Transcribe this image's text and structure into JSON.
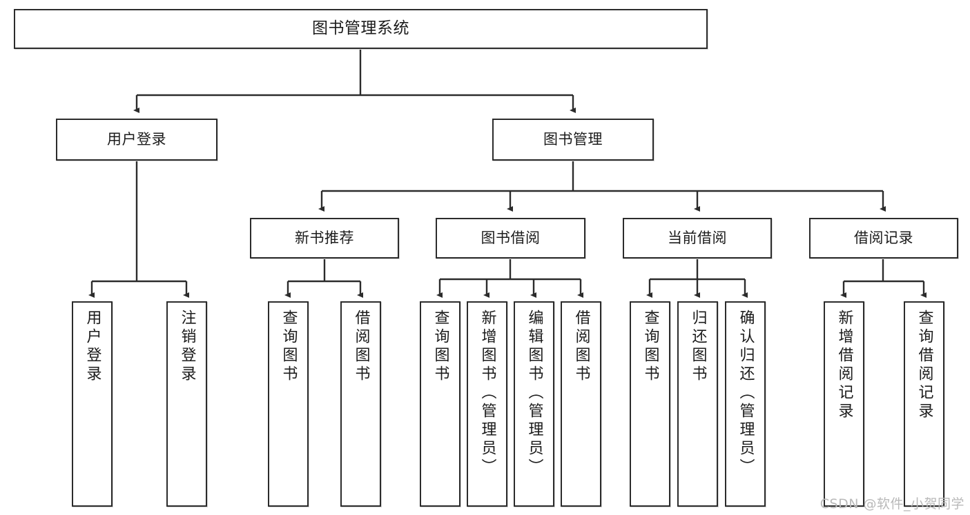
{
  "diagram": {
    "title": "图书管理系统",
    "type": "tree",
    "watermark": "CSDN @软件_小贺同学",
    "colors": {
      "node_border": "#2b2b2b",
      "node_fill": "#ffffff",
      "edge": "#2b2b2b",
      "text": "#1b1b1b",
      "watermark": "#b9b9b9",
      "background": "#ffffff"
    },
    "nodes": {
      "root": {
        "label": "图书管理系统",
        "level": 0,
        "orientation": "horizontal"
      },
      "l1": [
        {
          "label": "用户登录",
          "level": 1,
          "orientation": "horizontal"
        },
        {
          "label": "图书管理",
          "level": 1,
          "orientation": "horizontal"
        }
      ],
      "l2": [
        {
          "label": "新书推荐",
          "level": 2,
          "orientation": "horizontal"
        },
        {
          "label": "图书借阅",
          "level": 2,
          "orientation": "horizontal"
        },
        {
          "label": "当前借阅",
          "level": 2,
          "orientation": "horizontal"
        },
        {
          "label": "借阅记录",
          "level": 2,
          "orientation": "horizontal"
        }
      ],
      "leaves": {
        "user_login": [
          {
            "label": "用户登录",
            "orientation": "vertical"
          },
          {
            "label": "注销登录",
            "orientation": "vertical"
          }
        ],
        "new_book": [
          {
            "label": "查询图书",
            "orientation": "vertical"
          },
          {
            "label": "借阅图书",
            "orientation": "vertical"
          }
        ],
        "book_borrow": [
          {
            "label": "查询图书",
            "orientation": "vertical"
          },
          {
            "label": "新增图书（管理员）",
            "orientation": "vertical"
          },
          {
            "label": "编辑图书（管理员）",
            "orientation": "vertical"
          },
          {
            "label": "借阅图书",
            "orientation": "vertical"
          }
        ],
        "current_borrow": [
          {
            "label": "查询图书",
            "orientation": "vertical"
          },
          {
            "label": "归还图书",
            "orientation": "vertical"
          },
          {
            "label": "确认归还（管理员）",
            "orientation": "vertical"
          }
        ],
        "borrow_record": [
          {
            "label": "新增借阅记录",
            "orientation": "vertical"
          },
          {
            "label": "查询借阅记录",
            "orientation": "vertical"
          }
        ]
      }
    },
    "edges": [
      {
        "from": "图书管理系统",
        "to": "用户登录"
      },
      {
        "from": "图书管理系统",
        "to": "图书管理"
      },
      {
        "from": "图书管理",
        "to": "新书推荐"
      },
      {
        "from": "图书管理",
        "to": "图书借阅"
      },
      {
        "from": "图书管理",
        "to": "当前借阅"
      },
      {
        "from": "图书管理",
        "to": "借阅记录"
      },
      {
        "from": "用户登录",
        "to": "用户登录"
      },
      {
        "from": "用户登录",
        "to": "注销登录"
      },
      {
        "from": "新书推荐",
        "to": "查询图书"
      },
      {
        "from": "新书推荐",
        "to": "借阅图书"
      },
      {
        "from": "图书借阅",
        "to": "查询图书"
      },
      {
        "from": "图书借阅",
        "to": "新增图书（管理员）"
      },
      {
        "from": "图书借阅",
        "to": "编辑图书（管理员）"
      },
      {
        "from": "图书借阅",
        "to": "借阅图书"
      },
      {
        "from": "当前借阅",
        "to": "查询图书"
      },
      {
        "from": "当前借阅",
        "to": "归还图书"
      },
      {
        "from": "当前借阅",
        "to": "确认归还（管理员）"
      },
      {
        "from": "借阅记录",
        "to": "新增借阅记录"
      },
      {
        "from": "借阅记录",
        "to": "查询借阅记录"
      }
    ]
  }
}
